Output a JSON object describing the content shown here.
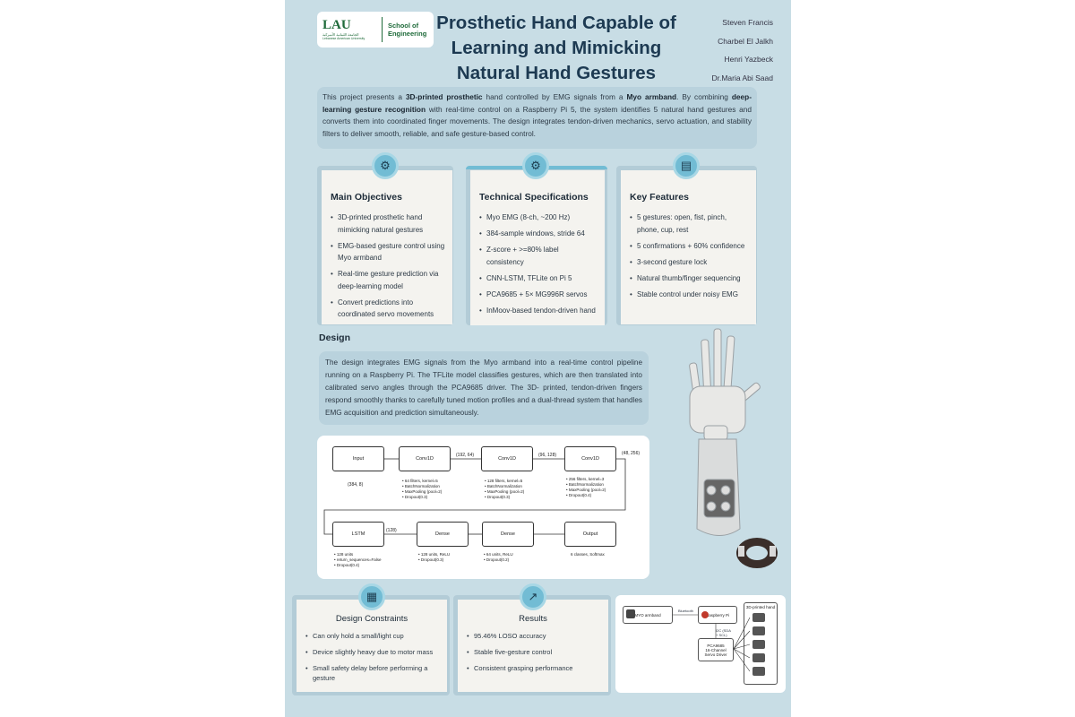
{
  "logo": {
    "brand": "LAU",
    "arabic": "الجامعة اللبنانية الأميركية",
    "subtitle": "Lebanese American University",
    "school": "School of Engineering"
  },
  "title": "Prosthetic Hand Capable of Learning and Mimicking Natural Hand Gestures",
  "authors": [
    "Steven Francis",
    "Charbel El Jalkh",
    "Henri Yazbeck",
    "Dr.Maria Abi Saad"
  ],
  "intro": {
    "p1": "This project presents a ",
    "b1": "3D-printed prosthetic",
    "p2": " hand controlled by EMG signals from a ",
    "b2": "Myo armband",
    "p3": ". By combining ",
    "b3": "deep-learning gesture recognition",
    "p4": " with real-time control on a Raspberry Pi 5, the system identifies 5 natural hand gestures and converts them into coordinated finger movements. The design integrates tendon-driven mechanics, servo actuation, and stability filters to deliver smooth, reliable, and safe gesture-based control."
  },
  "cards": [
    {
      "icon": "gear-hand-icon",
      "title": "Main Objectives",
      "items": [
        "3D-printed prosthetic hand mimicking natural gestures",
        "EMG-based gesture control using Myo armband",
        "Real-time gesture prediction via deep-learning model",
        "Convert predictions into coordinated servo movements"
      ]
    },
    {
      "icon": "gear-icon",
      "title": "Technical Specifications",
      "items": [
        "Myo EMG (8-ch, ~200 Hz)",
        "384-sample windows, stride 64",
        "Z-score + >=80% label consistency",
        "CNN-LSTM, TFLite on Pi 5",
        "PCA9685 + 5× MG996R servos",
        "InMoov-based tendon-driven hand"
      ]
    },
    {
      "icon": "document-icon",
      "title": "Key Features",
      "items": [
        "5 gestures: open, fist, pinch, phone, cup, rest",
        "5 confirmations + 60% confidence",
        "3-second gesture lock",
        "Natural thumb/finger sequencing",
        "Stable control under noisy EMG"
      ]
    }
  ],
  "design": {
    "heading": "Design",
    "text": "The design integrates EMG signals from the Myo armband into a real-time control pipeline running on a Raspberry Pi. The TFLite model classifies gestures, which are then translated into calibrated servo angles through the PCA9685 driver. The 3D- printed, tendon-driven fingers respond smoothly thanks to carefully tuned motion profiles and a dual-thread system that handles EMG acquisition and prediction simultaneously."
  },
  "model": {
    "nodes": [
      "Input",
      "Conv1D",
      "Conv1D",
      "Conv1D",
      "LSTM",
      "Dense",
      "Dense",
      "Output"
    ],
    "shapes": [
      "(384, 8)",
      "(192, 64)",
      "(96, 128)",
      "(48, 256)",
      "(128)"
    ],
    "details": [
      "• 64 filters, kernel=5\n• BatchNormalization\n• MaxPooling (pool=2)\n• Dropout(0.3)",
      "• 128 filters, kernel=5\n• BatchNormalization\n• MaxPooling (pool=2)\n• Dropout(0.3)",
      "• 256 filters, kernel=3\n• BatchNormalization\n• MaxPooling (pool=2)\n• Dropout(0.4)",
      "• 128 units\n• return_sequences=False\n• Dropout(0.4)",
      "• 128 units, ReLU\n• Dropout(0.3)",
      "• 64 units, ReLU\n• Dropout(0.2)",
      "6 classes, Softmax"
    ]
  },
  "constraints": {
    "icon": "chart-icon",
    "title": "Design Constraints",
    "items": [
      "Can only hold a small/light cup",
      "Device slightly heavy due to motor mass",
      "Small safety delay before performing a gesture"
    ]
  },
  "results": {
    "icon": "trend-icon",
    "title": "Results",
    "items": [
      "95.46% LOSO accuracy",
      "Stable five-gesture control",
      "Consistent grasping performance"
    ]
  },
  "system": {
    "myo": "MYO armband",
    "bluetooth": "Bluetooth",
    "pi": "Raspberry Pi",
    "i2c": "I2C (SDA\n+ SCL)",
    "pca": "PCA9685\n16-Channel\nServo Driver",
    "hand": "3D-printed hand"
  },
  "colors": {
    "poster_bg": "#c8dde5",
    "badge": "#72bcd4",
    "title": "#1d3a52"
  }
}
